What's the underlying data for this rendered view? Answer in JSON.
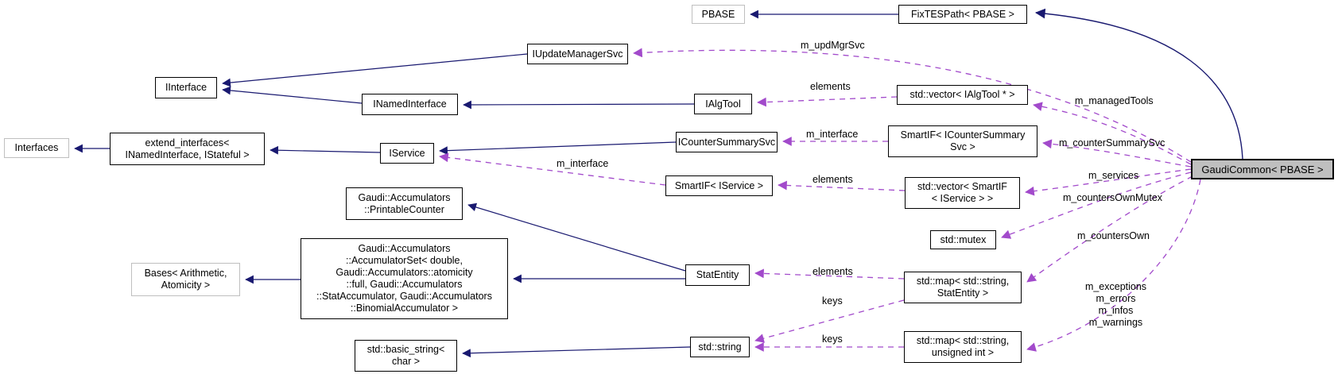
{
  "diagram": {
    "type": "doxygen-collaboration-graph",
    "main_class": "GaudiCommon< PBASE >",
    "colors": {
      "inheritance_edge": "#191970",
      "usage_edge": "#a24acb",
      "node_fill": "#ffffff",
      "node_border": "#000000",
      "external_node_border": "#bfbfbf",
      "highlight_node_fill": "#bfbfbf",
      "background": "#ffffff"
    }
  },
  "nodes": {
    "0": {
      "label": "PBASE"
    },
    "1": {
      "label": "FixTESPath< PBASE >"
    },
    "2": {
      "label": "IUpdateManagerSvc"
    },
    "3": {
      "label": "IInterface"
    },
    "4": {
      "label": "INamedInterface"
    },
    "5": {
      "label": "IAlgTool"
    },
    "6": {
      "label": "std::vector< IAlgTool * >"
    },
    "7": {
      "label": "Interfaces"
    },
    "8": {
      "label": "extend_interfaces<\n INamedInterface, IStateful >"
    },
    "9": {
      "label": "IService"
    },
    "10": {
      "label": "ICounterSummarySvc"
    },
    "11": {
      "label": "SmartIF< ICounterSummary\nSvc >"
    },
    "12": {
      "label": "SmartIF< IService >"
    },
    "13": {
      "label": "std::vector< SmartIF\n< IService > >"
    },
    "14": {
      "label": "Gaudi::Accumulators\n::PrintableCounter"
    },
    "15": {
      "label": "std::mutex"
    },
    "16": {
      "label": "Bases< Arithmetic,\nAtomicity >"
    },
    "17": {
      "label": "Gaudi::Accumulators\n::AccumulatorSet< double,\n Gaudi::Accumulators::atomicity\n::full, Gaudi::Accumulators\n::StatAccumulator, Gaudi::Accumulators\n::BinomialAccumulator >"
    },
    "18": {
      "label": "StatEntity"
    },
    "19": {
      "label": "std::map< std::string,\nStatEntity >"
    },
    "20": {
      "label": "std::basic_string<\nchar >"
    },
    "21": {
      "label": "std::string"
    },
    "22": {
      "label": "std::map< std::string,\nunsigned int >"
    },
    "23": {
      "label": "GaudiCommon< PBASE >"
    }
  },
  "edge_labels": {
    "0": {
      "text": "m_updMgrSvc"
    },
    "1": {
      "text": "elements"
    },
    "2": {
      "text": "m_managedTools"
    },
    "3": {
      "text": "m_interface"
    },
    "4": {
      "text": "m_counterSummarySvc"
    },
    "5": {
      "text": "m_interface"
    },
    "6": {
      "text": "elements"
    },
    "7": {
      "text": "m_services"
    },
    "8": {
      "text": "m_countersOwnMutex"
    },
    "9": {
      "text": "m_countersOwn"
    },
    "10": {
      "text": "elements"
    },
    "11": {
      "text": "keys"
    },
    "12": {
      "text": "m_exceptions\nm_errors\nm_infos\nm_warnings"
    },
    "13": {
      "text": "keys"
    }
  }
}
